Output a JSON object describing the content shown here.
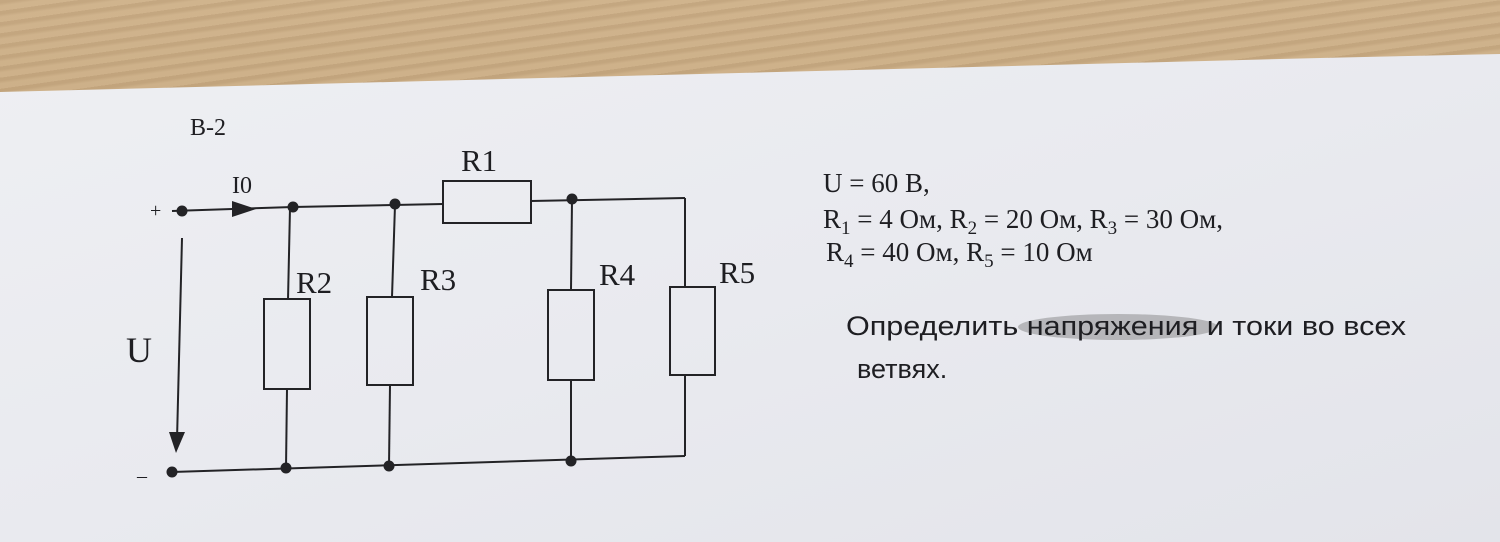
{
  "sheet": {
    "variant_label": "В-2"
  },
  "circuit": {
    "current_label": "I0",
    "voltage_label": "U",
    "plus_sign": "+",
    "minus_sign": "–",
    "resistors": {
      "r1": "R1",
      "r2": "R2",
      "r3": "R3",
      "r4": "R4",
      "r5": "R5"
    }
  },
  "given": {
    "line1": "U = 60 В,",
    "r1": {
      "sym": "R",
      "sub": "1",
      "val": " = 4 Ом, "
    },
    "r2": {
      "sym": "R",
      "sub": "2",
      "val": " = 20 Ом, "
    },
    "r3": {
      "sym": "R",
      "sub": "3",
      "val": " = 30 Ом,"
    },
    "r4": {
      "sym": "R",
      "sub": "4",
      "val": " = 40 Ом, "
    },
    "r5": {
      "sym": "R",
      "sub": "5",
      "val": " = 10 Ом"
    }
  },
  "task": {
    "line1": "Определить напряжения и токи во всех",
    "line2": "ветвях."
  }
}
